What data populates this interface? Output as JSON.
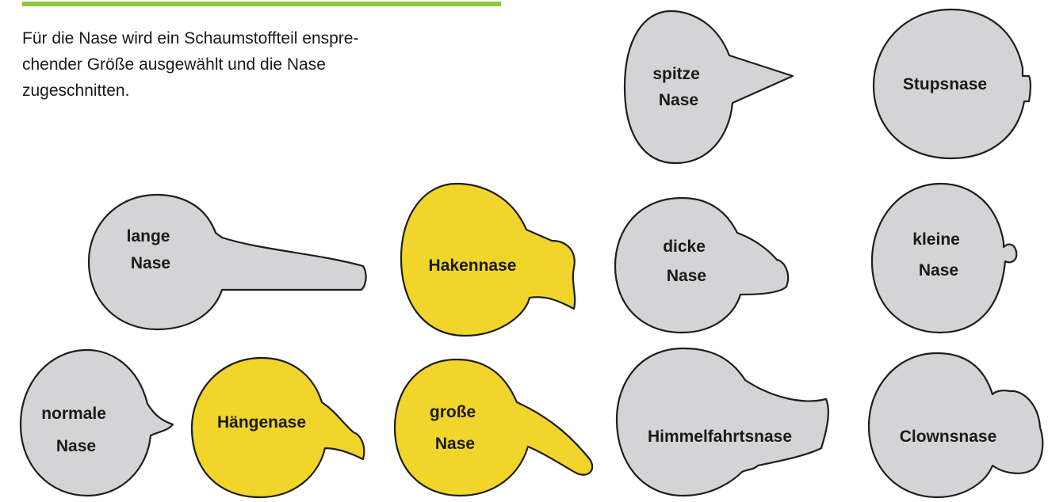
{
  "intro": {
    "lines": [
      "Für die Nase wird ein Schaumstoffteil enspre-",
      "chender Größe ausgewählt und die Nase",
      "zugeschnitten."
    ]
  },
  "colors": {
    "accent": "#8dc63f",
    "gray_fill": "#d4d4d6",
    "yellow_fill": "#f2d52a",
    "outline": "#1e1e1e"
  },
  "noses": [
    {
      "id": "spitze",
      "lines": [
        "spitze",
        "Nase"
      ],
      "fill": "gray"
    },
    {
      "id": "stups",
      "lines": [
        "Stupsnase"
      ],
      "fill": "gray"
    },
    {
      "id": "lange",
      "lines": [
        "lange",
        "Nase"
      ],
      "fill": "gray"
    },
    {
      "id": "haken",
      "lines": [
        "Hakennase"
      ],
      "fill": "yellow"
    },
    {
      "id": "dicke",
      "lines": [
        "dicke",
        "Nase"
      ],
      "fill": "gray"
    },
    {
      "id": "kleine",
      "lines": [
        "kleine",
        "Nase"
      ],
      "fill": "gray"
    },
    {
      "id": "normale",
      "lines": [
        "normale",
        "Nase"
      ],
      "fill": "gray"
    },
    {
      "id": "haenge",
      "lines": [
        "Hängenase"
      ],
      "fill": "yellow"
    },
    {
      "id": "grosse",
      "lines": [
        "große",
        "Nase"
      ],
      "fill": "yellow"
    },
    {
      "id": "himmel",
      "lines": [
        "Himmelfahrtsnase"
      ],
      "fill": "gray"
    },
    {
      "id": "clown",
      "lines": [
        "Clownsnase"
      ],
      "fill": "gray"
    }
  ]
}
